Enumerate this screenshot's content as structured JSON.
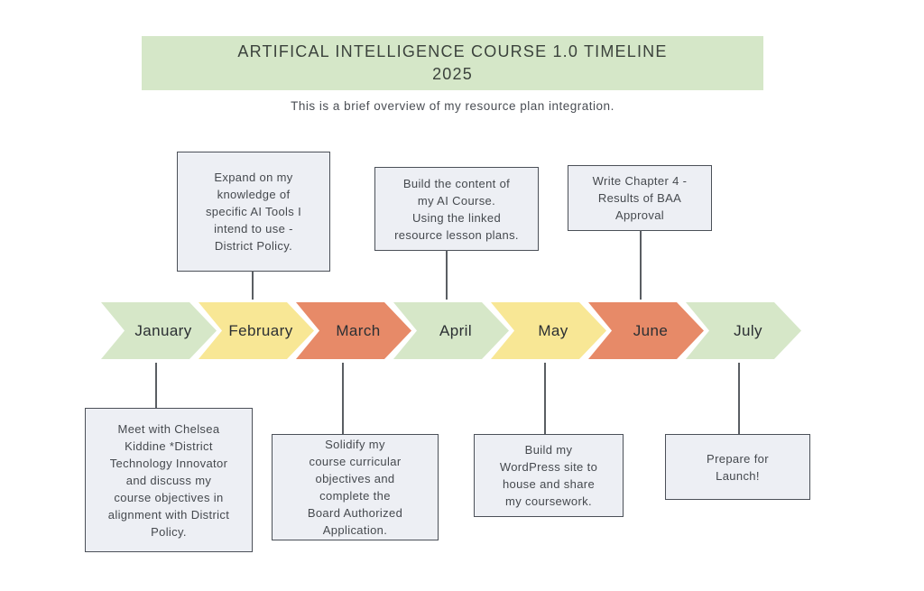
{
  "header": {
    "title_line1": "ARTIFICAL INTELLIGENCE COURSE 1.0 TIMELINE",
    "title_line2": "2025",
    "subtitle": "This is a brief overview of my resource plan integration.",
    "banner_color": "#d5e7c8"
  },
  "timeline": {
    "months": [
      {
        "label": "January",
        "color": "#d6e7c8"
      },
      {
        "label": "February",
        "color": "#f8e795"
      },
      {
        "label": "March",
        "color": "#e78a68"
      },
      {
        "label": "April",
        "color": "#d6e7c8"
      },
      {
        "label": "May",
        "color": "#f8e795"
      },
      {
        "label": "June",
        "color": "#e78a68"
      },
      {
        "label": "July",
        "color": "#d6e7c8"
      }
    ]
  },
  "notes_above": [
    {
      "month": "February",
      "text": "Expand on my\nknowledge of\nspecific AI Tools I\nintend to use -\nDistrict Policy."
    },
    {
      "month": "April",
      "text": "Build the content of\nmy AI Course.\nUsing the linked\nresource lesson plans."
    },
    {
      "month": "June",
      "text": "Write Chapter 4 -\nResults of BAA\nApproval"
    }
  ],
  "notes_below": [
    {
      "month": "January",
      "text": "Meet with Chelsea\nKiddine *District\nTechnology Innovator\nand discuss my\ncourse objectives in\nalignment with District\nPolicy."
    },
    {
      "month": "March",
      "text": "Solidify my\ncourse curricular\nobjectives and\ncomplete the\nBoard Authorized\nApplication."
    },
    {
      "month": "May",
      "text": "Build my\nWordPress site to\nhouse and share\nmy coursework."
    },
    {
      "month": "July",
      "text": "Prepare for\nLaunch!"
    }
  ]
}
